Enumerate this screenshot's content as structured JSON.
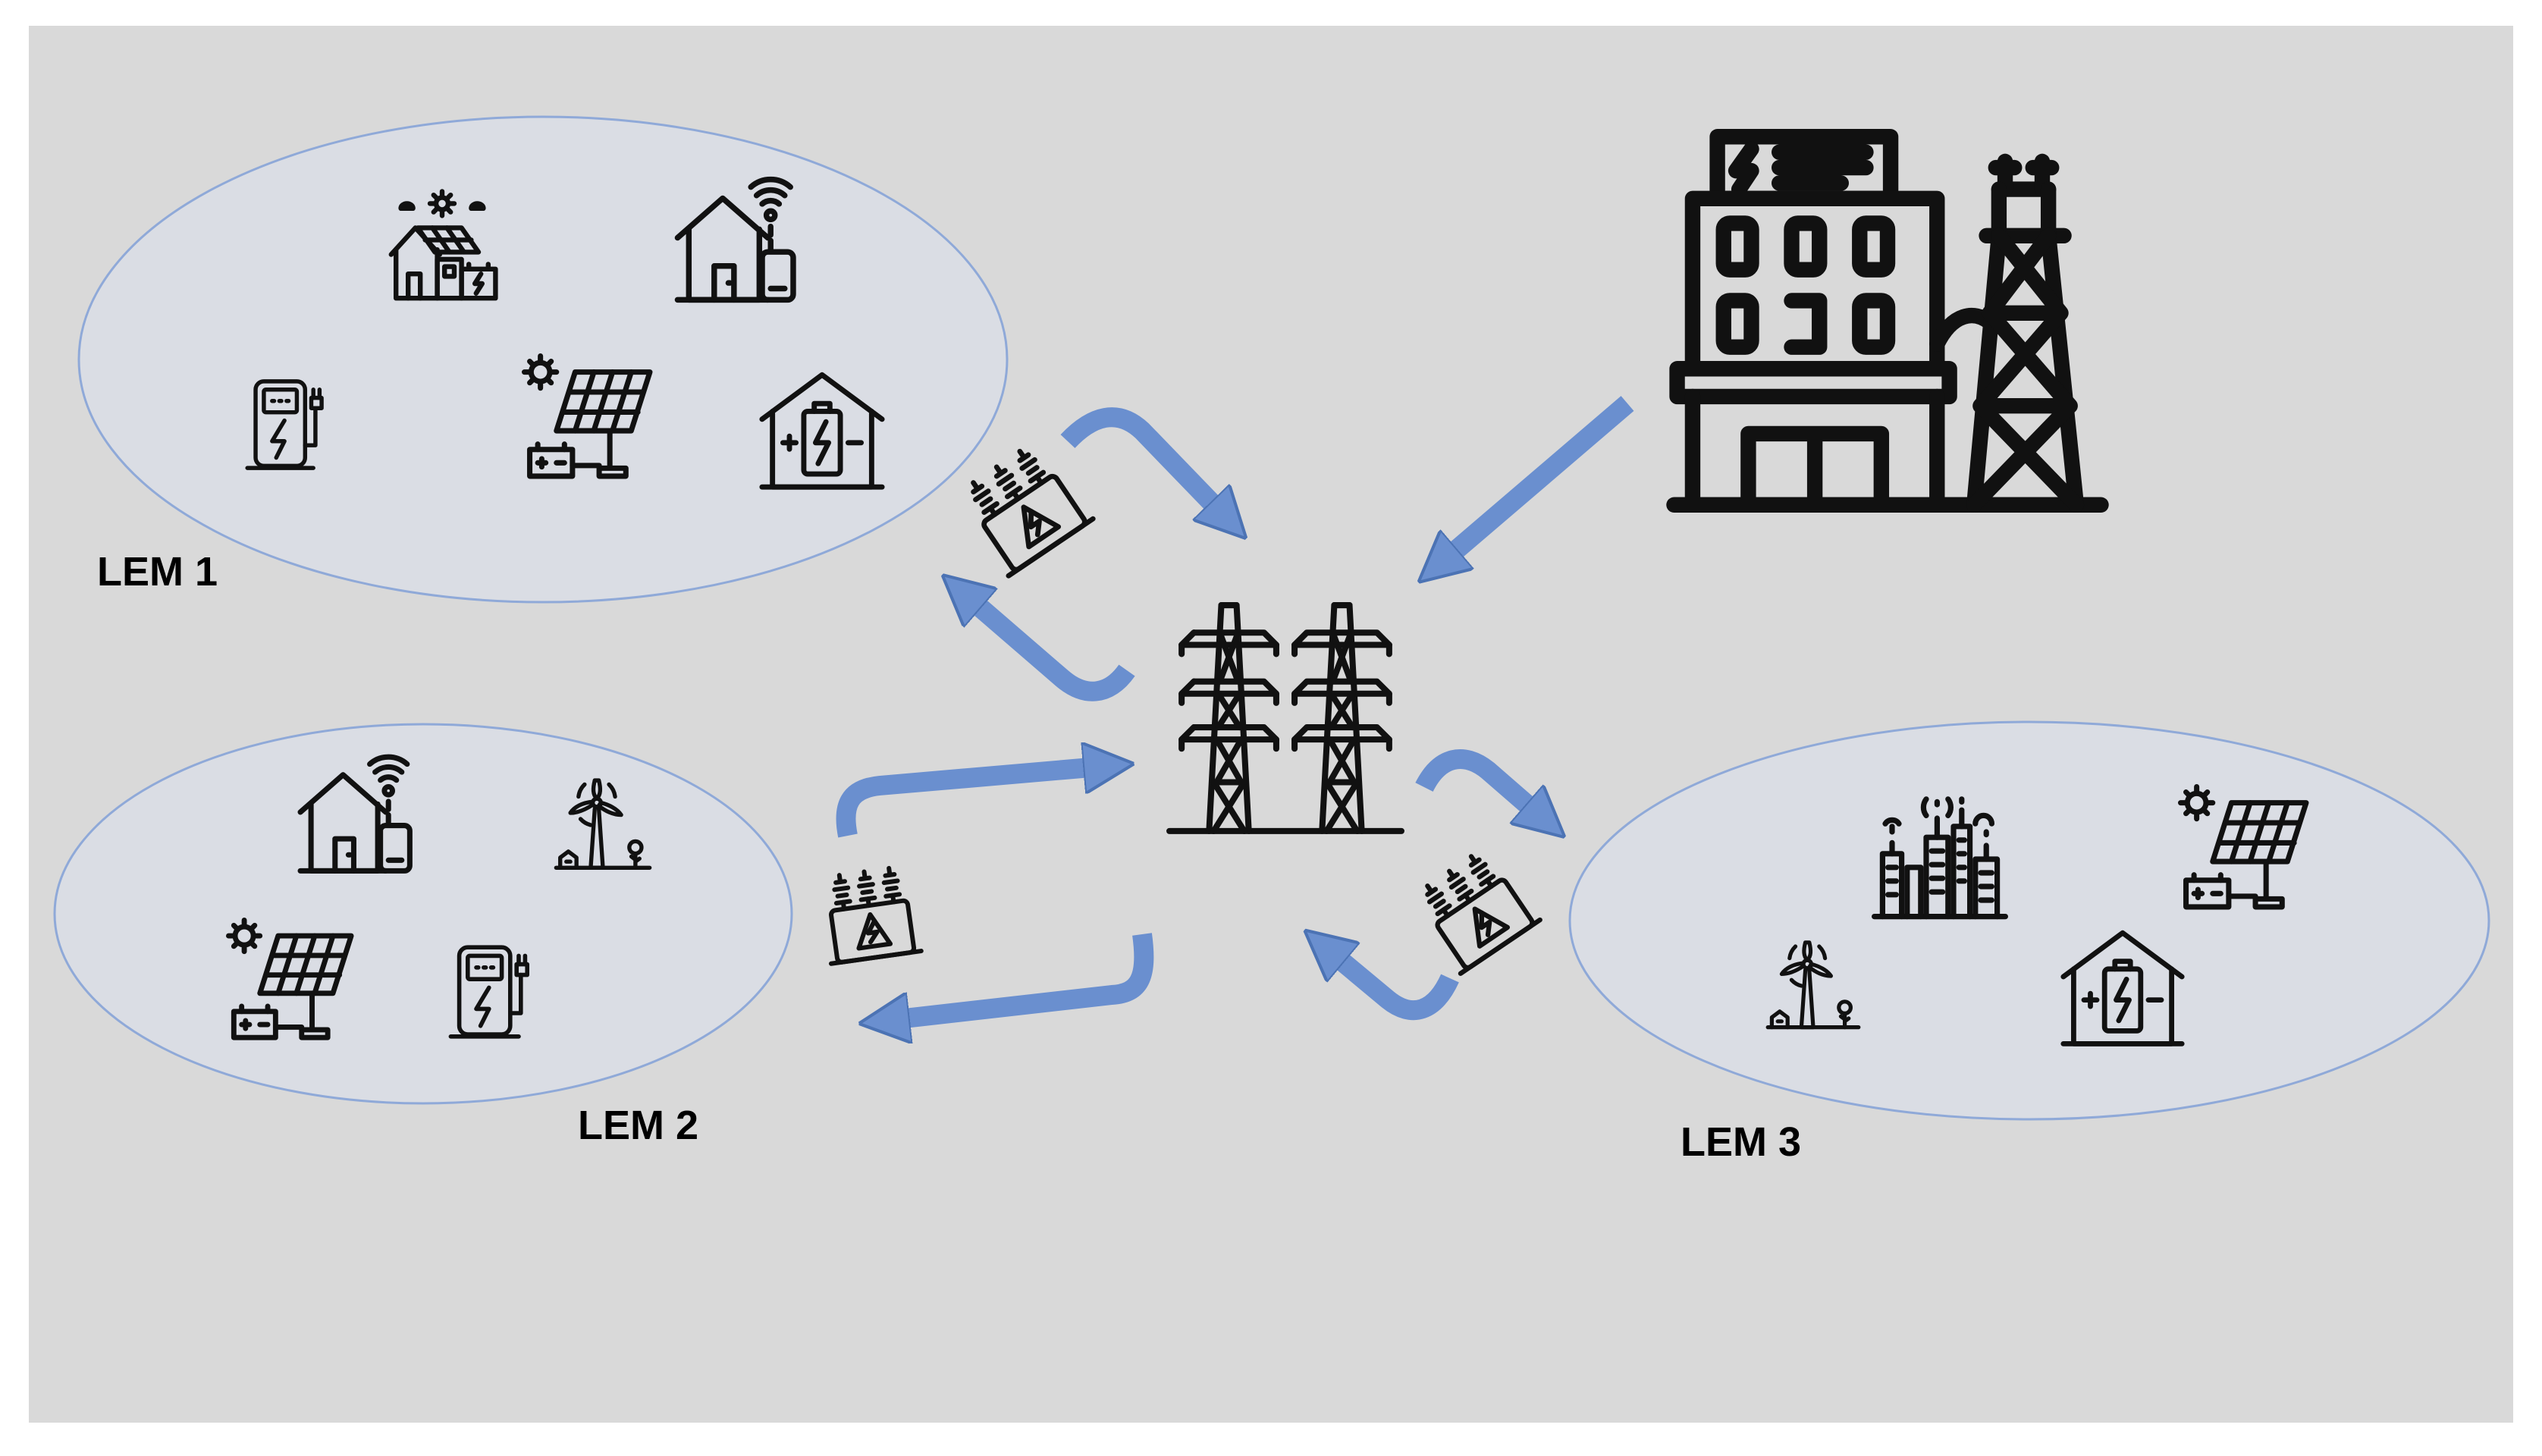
{
  "colors": {
    "background": "#d9d9d9",
    "frame": "#ffffff",
    "lem_fill": "#dadde4",
    "lem_stroke": "#8fa9d8",
    "arrow": "#6a8fcf",
    "arrow_edge": "#4c73b4",
    "icon": "#111111"
  },
  "lems": [
    {
      "label": "LEM 1",
      "icons": [
        "solar-house-icon",
        "smart-home-icon",
        "ev-charger-icon",
        "solar-panel-battery-icon",
        "home-battery-icon"
      ]
    },
    {
      "label": "LEM 2",
      "icons": [
        "smart-home-icon",
        "wind-turbine-icon",
        "solar-panel-battery-icon",
        "ev-charger-icon"
      ]
    },
    {
      "label": "LEM 3",
      "icons": [
        "smart-city-icon",
        "solar-panel-battery-icon",
        "wind-turbine-icon",
        "home-battery-icon"
      ]
    }
  ],
  "central_grid": {
    "icon": "transmission-towers-icon"
  },
  "power_plant": {
    "icon": "power-plant-icon"
  },
  "transformers": [
    "transformer-icon",
    "transformer-icon",
    "transformer-icon"
  ]
}
